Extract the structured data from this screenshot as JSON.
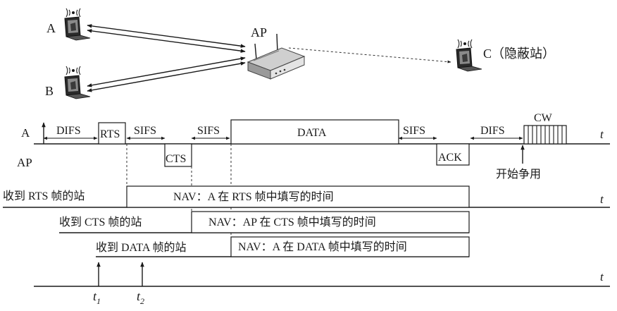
{
  "topology": {
    "node_a": "A",
    "node_b": "B",
    "node_ap": "AP",
    "node_c": "C（隐蔽站）",
    "icon_laptop": "laptop-icon",
    "icon_router": "router-icon",
    "icon_wifi": "wifi-waves-icon"
  },
  "timeline": {
    "row_a_label": "A",
    "row_ap_label": "AP",
    "axis_t": "t",
    "difs1": "DIFS",
    "rts": "RTS",
    "sifs1": "SIFS",
    "cts": "CTS",
    "sifs2": "SIFS",
    "data": "DATA",
    "sifs3": "SIFS",
    "ack": "ACK",
    "difs2": "DIFS",
    "cw": "CW",
    "contention_start": "开始争用"
  },
  "nav": {
    "rts_station": "收到 RTS 帧的站",
    "rts_nav": "NAV：A 在 RTS 帧中填写的时间",
    "cts_station": "收到 CTS 帧的站",
    "cts_nav": "NAV：AP 在 CTS 帧中填写的时间",
    "data_station": "收到 DATA 帧的站",
    "data_nav": "NAV：A 在 DATA 帧中填写的时间"
  },
  "bottom": {
    "t1_main": "t",
    "t1_sub": "1",
    "t2_main": "t",
    "t2_sub": "2"
  }
}
